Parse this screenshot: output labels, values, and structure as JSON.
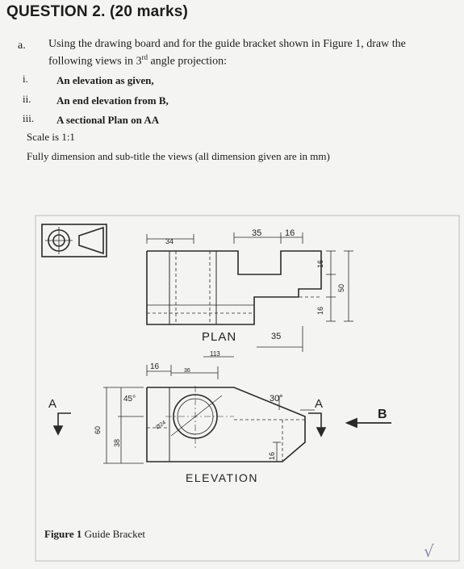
{
  "heading": "QUESTION 2. (20 marks)",
  "part_a": {
    "letter": "a.",
    "text_before_sup": "Using the drawing board and for the guide bracket shown in Figure 1, draw the following views in 3",
    "sup": "rd",
    "text_after_sup": " angle projection:",
    "items": [
      {
        "num": "i.",
        "text": "An elevation as given,"
      },
      {
        "num": "ii.",
        "text": "An end elevation from B,"
      },
      {
        "num": "iii.",
        "text": "A sectional Plan on AA"
      }
    ],
    "scale": "Scale is 1:1",
    "instruction": "Fully dimension and sub-title the views (all dimension given are in mm)"
  },
  "figure": {
    "caption_bold": "Figure 1",
    "caption_rest": " Guide Bracket",
    "plan_label": "PLAN",
    "elevation_label": "ELEVATION",
    "dims": {
      "d34": "34",
      "d35_top": "35",
      "d16_top": "16",
      "d16_r1": "16",
      "d50": "50",
      "d16_r2": "16",
      "d35_mid": "35",
      "d113": "113",
      "d16_left": "16",
      "d36": "36",
      "d45": "45°",
      "d30": "30°",
      "d60": "60",
      "d38": "38",
      "d24": "Ø24",
      "d16_bottom": "16"
    },
    "section_a_left": "A",
    "section_a_right": "A",
    "view_b": "B",
    "mark": "√"
  }
}
